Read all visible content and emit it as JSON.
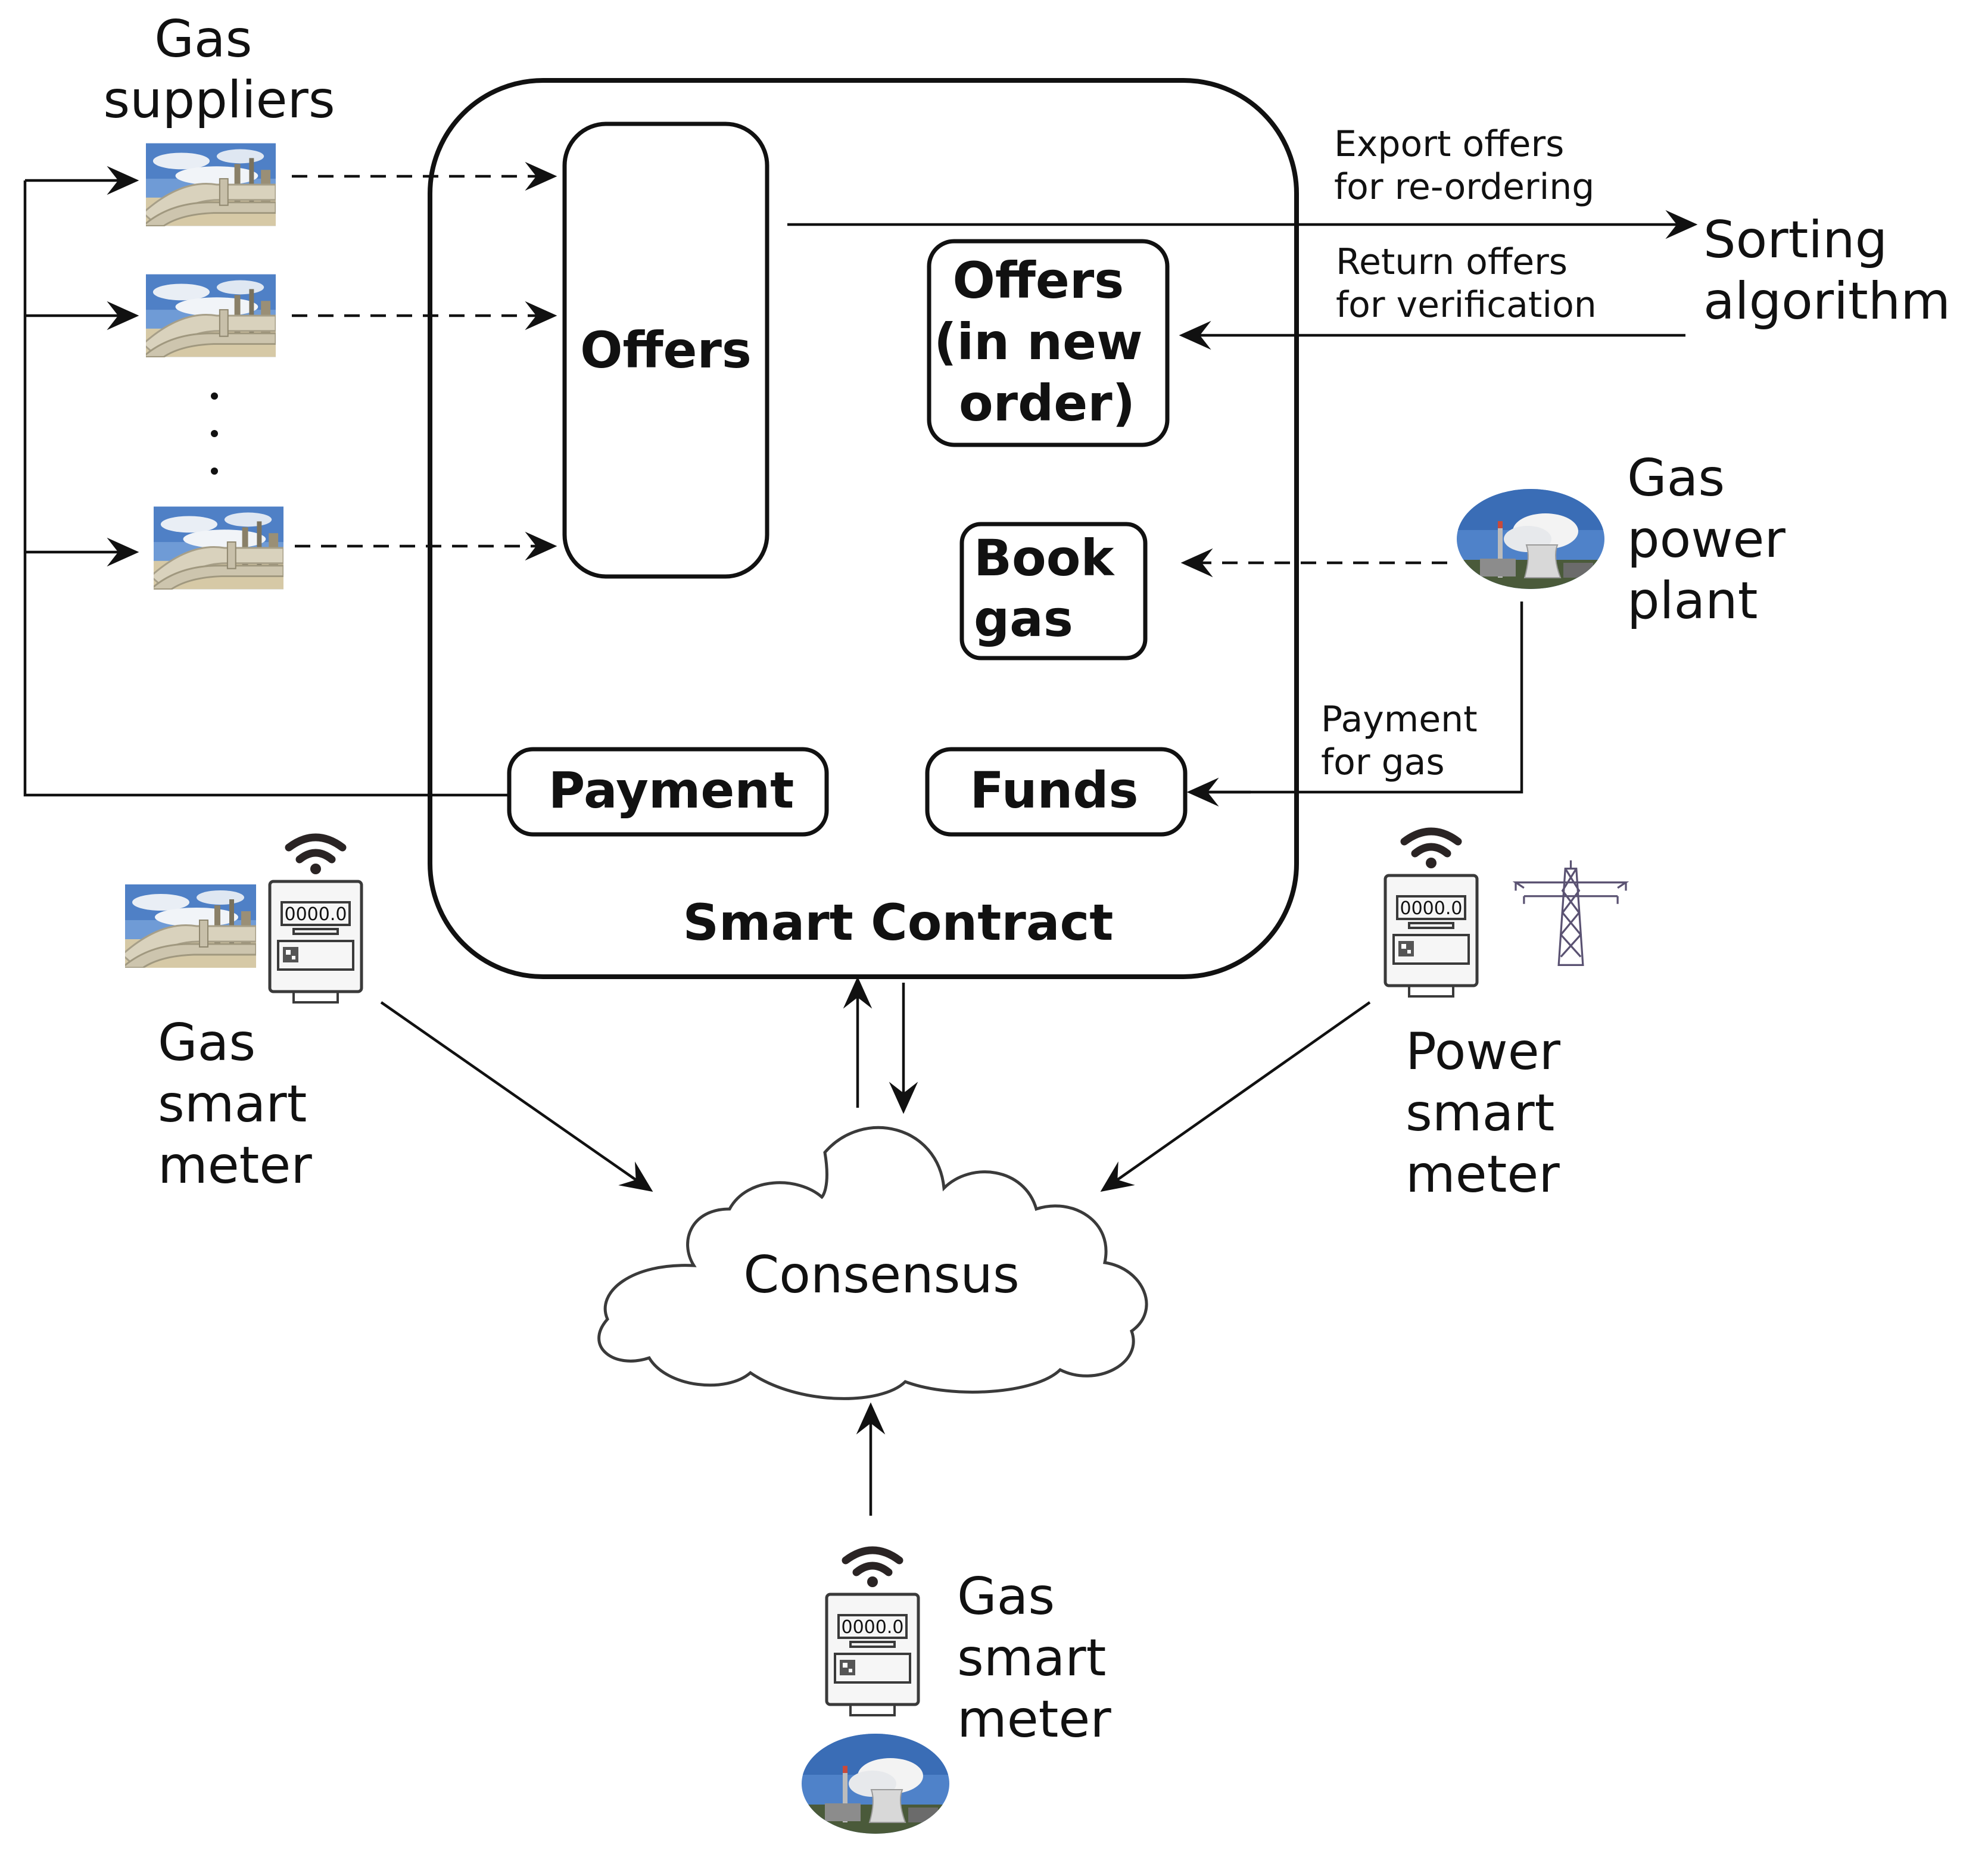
{
  "labels": {
    "gas_suppliers": [
      "Gas",
      "suppliers"
    ],
    "offers": "Offers",
    "offers_new_order": [
      "Offers",
      "(in new",
      "order)"
    ],
    "book_gas": [
      "Book",
      "gas"
    ],
    "payment": "Payment",
    "funds": "Funds",
    "smart_contract": "Smart Contract",
    "export_offers": [
      "Export offers",
      "for re-ordering"
    ],
    "return_offers": [
      "Return offers",
      "for verification"
    ],
    "sorting_algorithm": [
      "Sorting",
      "algorithm"
    ],
    "gas_power_plant": [
      "Gas",
      "power",
      "plant"
    ],
    "payment_for_gas": [
      "Payment",
      "for gas"
    ],
    "gas_smart_meter_left": [
      "Gas",
      "smart",
      "meter"
    ],
    "power_smart_meter": [
      "Power",
      "smart",
      "meter"
    ],
    "gas_smart_meter_bottom": [
      "Gas",
      "smart",
      "meter"
    ],
    "consensus": "Consensus",
    "meter_reading": "0000.0",
    "ellipsis": "⋮"
  },
  "icons": {
    "supplier": "gas-pipeline-photo-icon",
    "plant": "power-plant-photo-icon",
    "meter": "smart-meter-icon",
    "tower": "transmission-tower-icon",
    "signal": "wifi-signal-icon",
    "cloud": "consensus-cloud-icon"
  },
  "colors": {
    "ink": "#111111",
    "sky": "#5f8fd0",
    "cloud_white": "#ffffff",
    "pipe": "#d9d2c0",
    "ground": "#c9b98f"
  }
}
